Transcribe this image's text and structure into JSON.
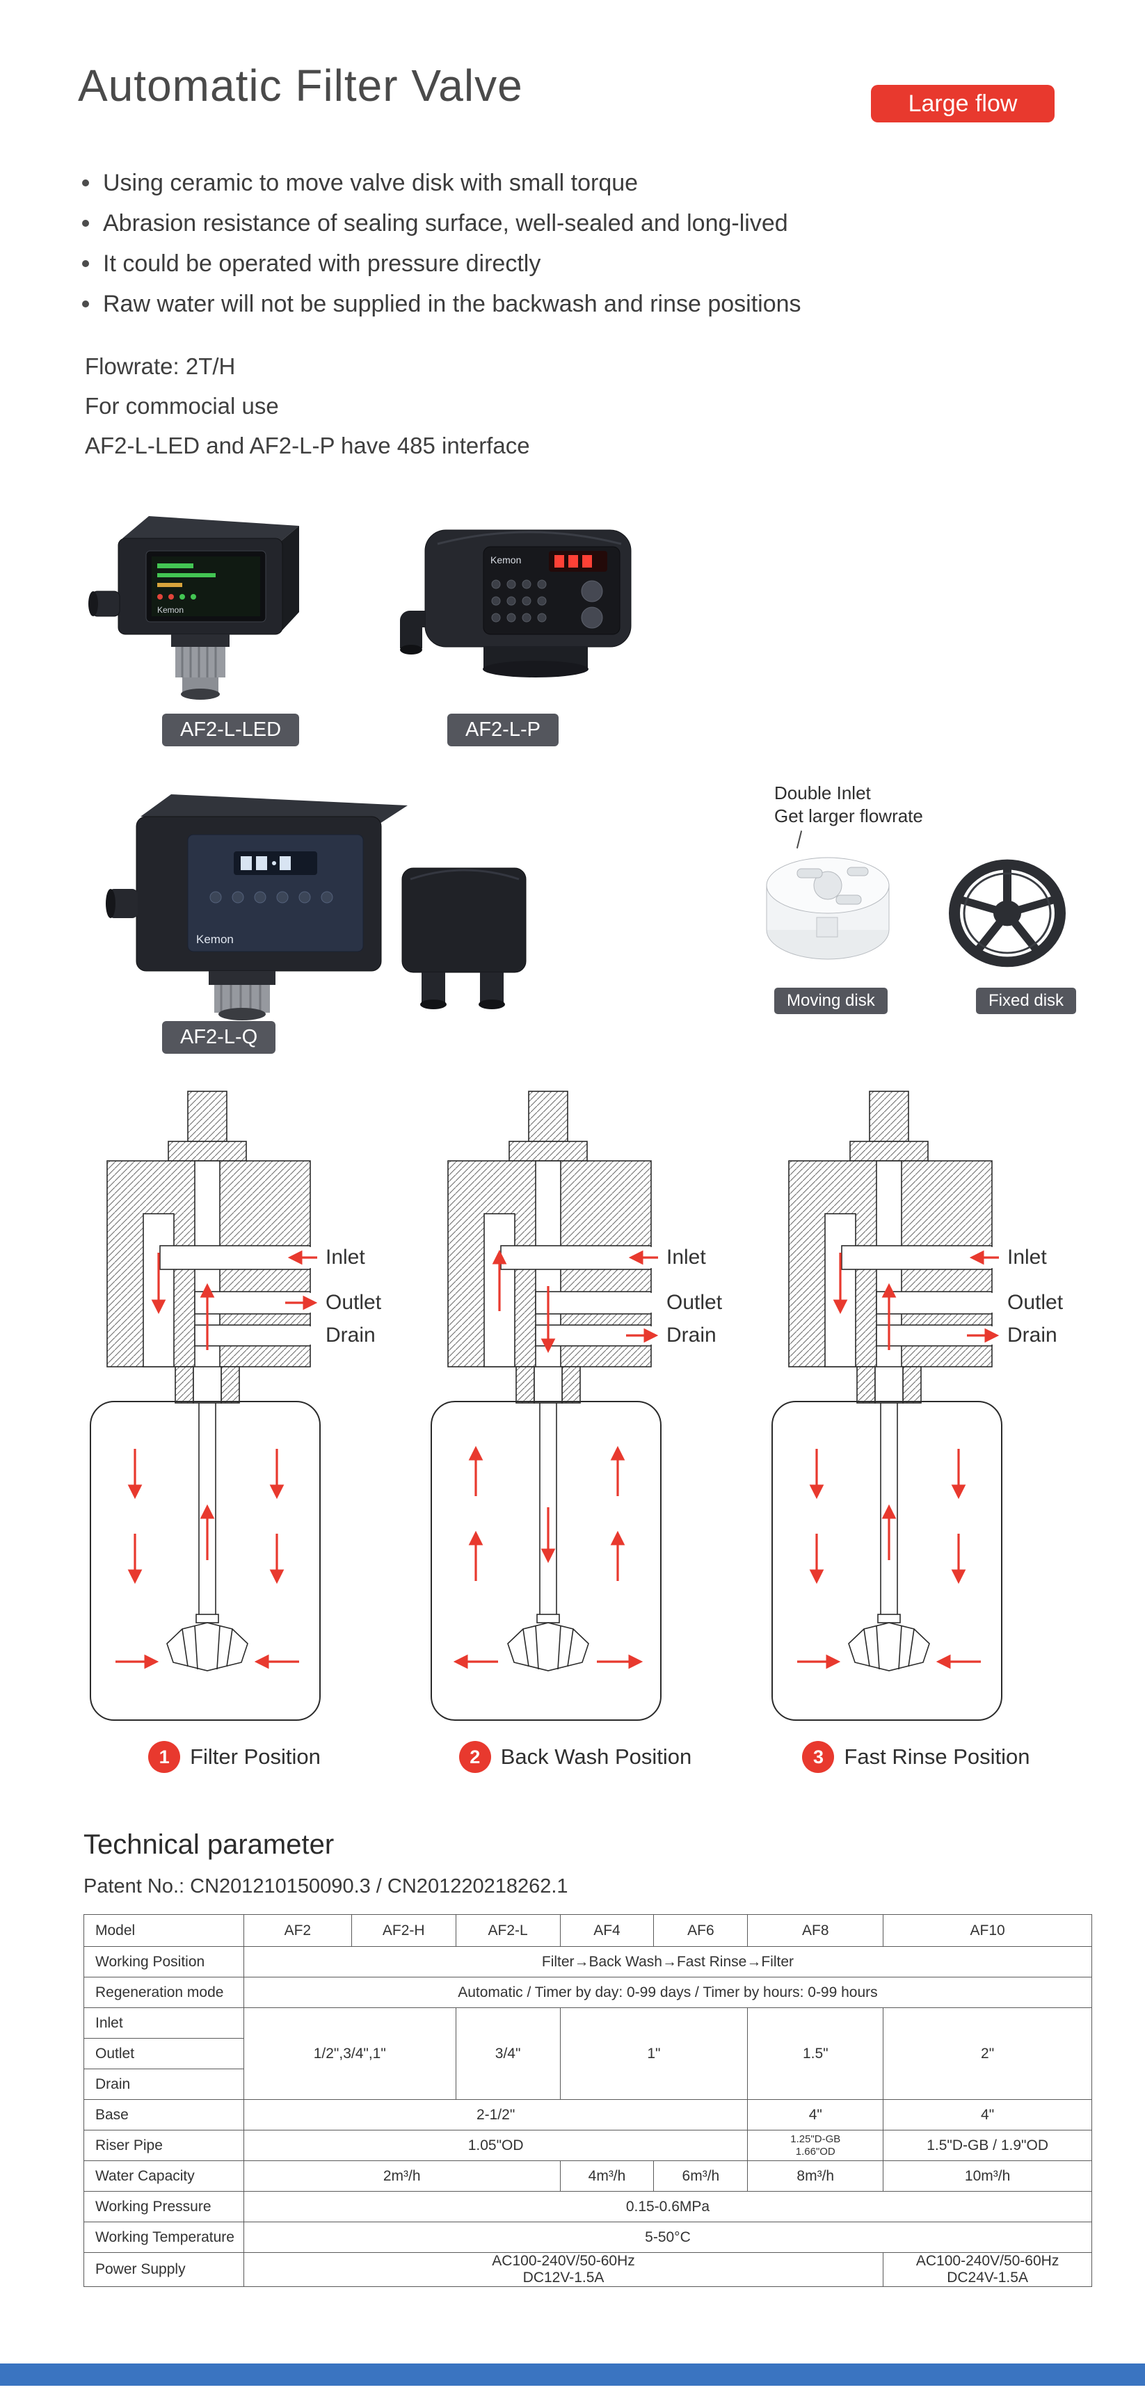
{
  "header": {
    "title": "Automatic Filter Valve",
    "badge": "Large flow"
  },
  "bullets": [
    "Using ceramic to move valve disk with small torque",
    "Abrasion resistance of sealing surface, well-sealed and long-lived",
    "It could be operated with pressure directly",
    "Raw water will not be supplied in the backwash and rinse positions"
  ],
  "info": {
    "line1": "Flowrate: 2T/H",
    "line2": "For commocial use",
    "line3": "AF2-L-LED and AF2-L-P have 485 interface"
  },
  "products": {
    "brand": "Kemon",
    "led_label": "AF2-L-LED",
    "p_label": "AF2-L-P",
    "q_label": "AF2-L-Q",
    "disk_note_line1": "Double Inlet",
    "disk_note_line2": "Get larger flowrate",
    "moving_disk_label": "Moving disk",
    "fixed_disk_label": "Fixed disk"
  },
  "diagrams": {
    "labels": {
      "inlet": "Inlet",
      "outlet": "Outlet",
      "drain": "Drain"
    },
    "positions": [
      {
        "num": "1",
        "label": "Filter Position"
      },
      {
        "num": "2",
        "label": "Back Wash Position"
      },
      {
        "num": "3",
        "label": "Fast Rinse Position"
      }
    ]
  },
  "technical": {
    "heading": "Technical parameter",
    "patent": "Patent No.: CN201210150090.3 / CN201220218262.1",
    "table": {
      "header": {
        "model": "Model",
        "cols": [
          "AF2",
          "AF2-H",
          "AF2-L",
          "AF4",
          "AF6",
          "AF8",
          "AF10"
        ]
      },
      "rows": {
        "working_position": {
          "label": "Working Position",
          "value": "Filter→Back Wash→Fast Rinse→Filter"
        },
        "regeneration": {
          "label": "Regeneration mode",
          "value": "Automatic / Timer by day: 0-99 days / Timer by hours: 0-99 hours"
        },
        "inlet": {
          "label": "Inlet"
        },
        "outlet": {
          "label": "Outlet"
        },
        "drain": {
          "label": "Drain"
        },
        "ports": {
          "v1": "1/2\",3/4\",1\"",
          "v2": "3/4\"",
          "v3": "1\"",
          "v4": "1.5\"",
          "v5": "2\""
        },
        "base": {
          "label": "Base",
          "v1": "2-1/2\"",
          "v2": "4\"",
          "v3": "4\""
        },
        "riser": {
          "label": "Riser Pipe",
          "v1": "1.05\"OD",
          "v2a": "1.25\"D-GB",
          "v2b": "1.66\"OD",
          "v3": "1.5\"D-GB / 1.9\"OD"
        },
        "capacity": {
          "label": "Water Capacity",
          "v1": "2m³/h",
          "v2": "4m³/h",
          "v3": "6m³/h",
          "v4": "8m³/h",
          "v5": "10m³/h"
        },
        "pressure": {
          "label": "Working Pressure",
          "value": "0.15-0.6MPa"
        },
        "temperature": {
          "label": "Working Temperature",
          "value": "5-50°C"
        },
        "power": {
          "label": "Power Supply",
          "v1a": "AC100-240V/50-60Hz",
          "v1b": "DC12V-1.5A",
          "v2a": "AC100-240V/50-60Hz",
          "v2b": "DC24V-1.5A"
        }
      }
    }
  },
  "colors": {
    "accent_red": "#e8392e",
    "label_gray": "#54565d",
    "footer_blue": "#3a74c1"
  }
}
